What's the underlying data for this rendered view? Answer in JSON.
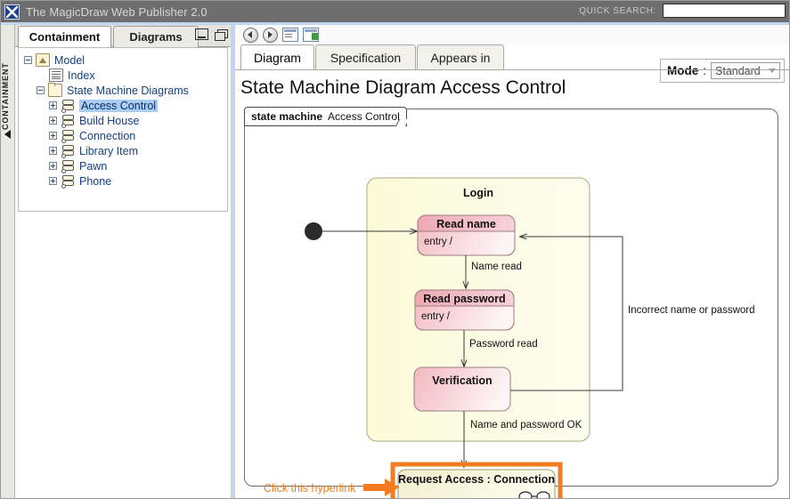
{
  "window": {
    "title": "The MagicDraw Web Publisher 2.0",
    "logo_icon": "magicdraw-logo-icon"
  },
  "search": {
    "label": "QUICK SEARCH:",
    "value": "",
    "placeholder": ""
  },
  "rail": {
    "label": "CONTAINMENT",
    "collapse_icon": "triangle-left-icon"
  },
  "sidebar": {
    "tabs": [
      {
        "label": "Containment",
        "active": true
      },
      {
        "label": "Diagrams",
        "active": false
      }
    ],
    "window_icons": [
      "minimize-icon",
      "restore-icon"
    ],
    "tree": [
      {
        "label": "Model",
        "icon": "model-icon",
        "toggle": "minus",
        "indent": 0,
        "selected": false
      },
      {
        "label": "Index",
        "icon": "index-icon",
        "toggle": "none",
        "indent": 1,
        "selected": false
      },
      {
        "label": "State Machine Diagrams",
        "icon": "folder-icon",
        "toggle": "minus",
        "indent": 1,
        "selected": false
      },
      {
        "label": "Access Control",
        "icon": "state-machine-icon",
        "toggle": "plus",
        "indent": 2,
        "selected": true
      },
      {
        "label": "Build House",
        "icon": "state-machine-icon",
        "toggle": "plus",
        "indent": 2,
        "selected": false
      },
      {
        "label": "Connection",
        "icon": "state-machine-icon",
        "toggle": "plus",
        "indent": 2,
        "selected": false
      },
      {
        "label": "Library Item",
        "icon": "state-machine-icon",
        "toggle": "plus",
        "indent": 2,
        "selected": false
      },
      {
        "label": "Pawn",
        "icon": "state-machine-icon",
        "toggle": "plus",
        "indent": 2,
        "selected": false
      },
      {
        "label": "Phone",
        "icon": "state-machine-icon",
        "toggle": "plus",
        "indent": 2,
        "selected": false
      }
    ]
  },
  "toolbar": {
    "back_icon": "back-arrow-icon",
    "forward_icon": "forward-arrow-icon",
    "report_icon": "report-icon",
    "export_icon": "export-icon"
  },
  "main": {
    "tabs": [
      {
        "label": "Diagram",
        "active": true
      },
      {
        "label": "Specification",
        "active": false
      },
      {
        "label": "Appears in",
        "active": false
      }
    ],
    "mode": {
      "label": "Mode",
      "colon": ":",
      "value": "Standard",
      "caret_icon": "chevron-down-icon"
    },
    "page_title": "State Machine Diagram Access Control"
  },
  "diagram": {
    "frame": {
      "keyword": "state machine",
      "name": "Access Control"
    },
    "composite_state": {
      "name": "Login"
    },
    "states": [
      {
        "name": "Read name",
        "entry": "entry /"
      },
      {
        "name": "Read password",
        "entry": "entry /"
      },
      {
        "name": "Verification",
        "entry": ""
      }
    ],
    "transitions": [
      {
        "label": "Name read"
      },
      {
        "label": "Password read"
      },
      {
        "label": "Name and password OK"
      },
      {
        "label": "Incorrect name or password"
      }
    ],
    "submachine_state": {
      "name": "Request Access : Connection",
      "icon": "submachine-icon",
      "highlighted": true
    },
    "annotation": {
      "text": "Click this hyperlink",
      "arrow_icon": "arrow-right-icon"
    },
    "initial_node_icon": "initial-state-icon",
    "colors": {
      "highlight": "#f47b20",
      "state_header": "#f0b0b9",
      "composite_fill": "#fbfbdc",
      "submachine_fill": "#f5f3d8",
      "selection": "#a8cdf0",
      "link_text": "#16417f"
    }
  }
}
